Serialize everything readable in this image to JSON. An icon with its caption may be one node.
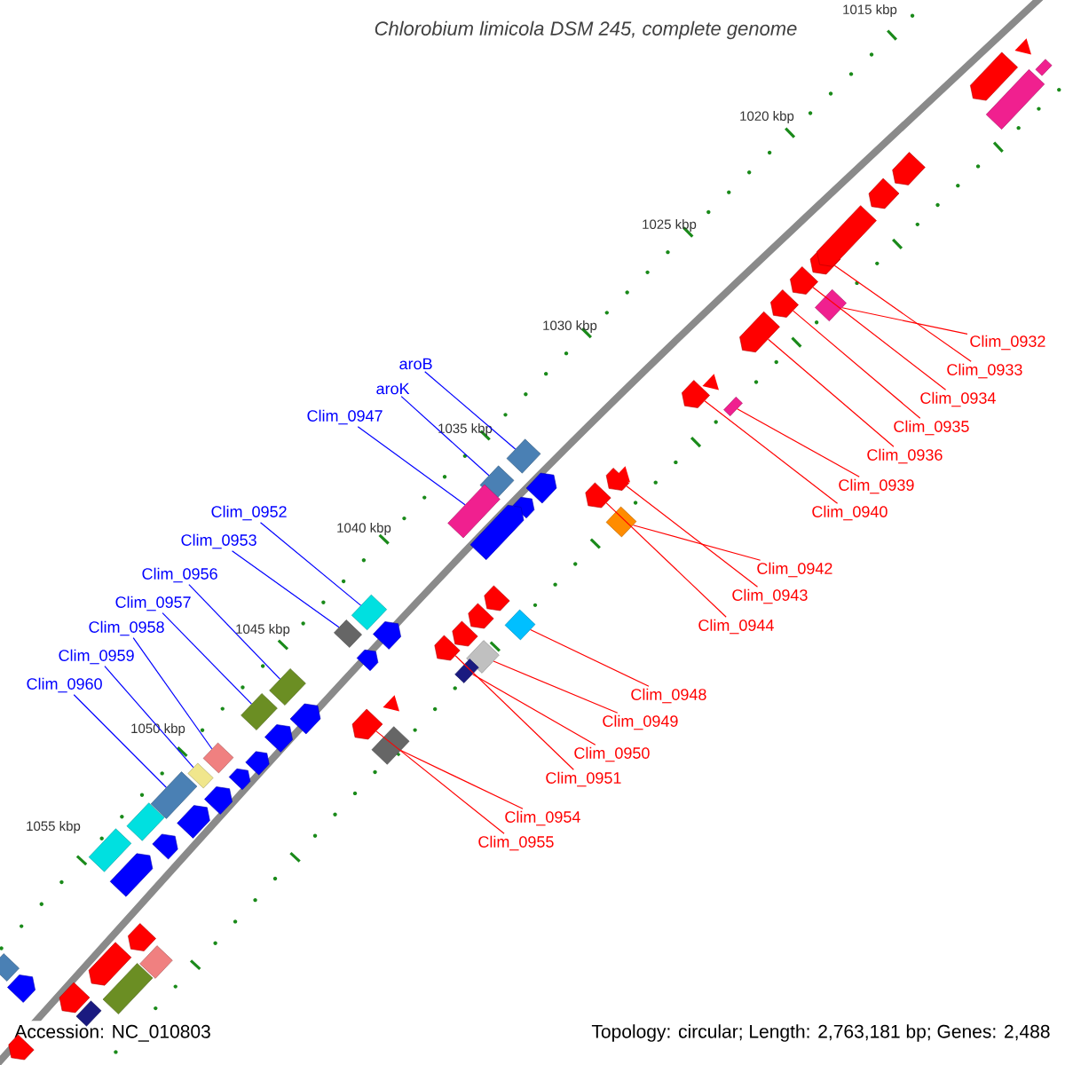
{
  "diagram": {
    "title": "Chlorobium limicola DSM 245, complete genome",
    "nodes": [
      {
        "text": [
          "aroB"
        ]
      },
      {
        "text": [],
        "shape": "diamond"
      },
      {
        "text": [
          "aroK"
        ]
      },
      {
        "text": [],
        "shape": "diamond"
      },
      {
        "text": [
          "Clim_0947"
        ]
      },
      {
        "text": [],
        "shape": "box"
      },
      {
        "text": [
          "Clim_0952"
        ]
      },
      {
        "text": [],
        "shape": "diamond"
      },
      {
        "text": [
          "Clim_0953"
        ]
      },
      {
        "text": [],
        "shape": "diamond"
      },
      {
        "text": [
          "Clim_0956"
        ]
      },
      {
        "text": [],
        "shape": "box"
      },
      {
        "text": [
          "Clim_0957"
        ]
      },
      {
        "text": [],
        "shape": "box"
      },
      {
        "text": [
          "Clim_0958"
        ]
      },
      {
        "text": [],
        "shape": "diamond"
      },
      {
        "text": [
          "Clim_0959"
        ]
      },
      {
        "text": [],
        "shape": "box"
      },
      {
        "text": [
          "Clim_0960"
        ]
      },
      {
        "text": [],
        "shape": "box"
      },
      {
        "text": [
          "Clim_0932"
        ]
      },
      {
        "text": [],
        "shape": "box"
      },
      {
        "text": [
          "Clim_0933"
        ]
      },
      {
        "text": [],
        "shape": "pentagon"
      },
      {
        "text": [
          "Clim_0934"
        ]
      },
      {
        "text": [],
        "shape": "pentagon"
      },
      {
        "text": [
          "Clim_0935"
        ]
      },
      {
        "text": [],
        "shape": "pentagon"
      },
      {
        "text": [
          "Clim_0936"
        ]
      },
      {
        "text": [],
        "shape": "pentagon"
      },
      {
        "text": [
          "Clim_0939"
        ]
      },
      {
        "text": [],
        "shape": "box"
      },
      {
        "text": [
          "Clim_0940"
        ]
      },
      {
        "text": [],
        "shape": "pentagon"
      },
      {
        "text": [
          "Clim_0942"
        ]
      },
      {
        "text": [],
        "shape": "diamond"
      },
      {
        "text": [
          "Clim_0943"
        ]
      },
      {
        "text": [],
        "shape": "pentagon"
      },
      {
        "text": [
          "Clim_0944"
        ]
      },
      {
        "text": [],
        "shape": "pentagon"
      },
      {
        "text": [
          "Clim_0948"
        ]
      },
      {
        "text": [],
        "shape": "diamond"
      },
      {
        "text": [
          "Clim_0949"
        ]
      },
      {
        "text": [],
        "shape": "diamond"
      },
      {
        "text": [
          "Clim_0950"
        ]
      },
      {
        "text": [],
        "shape": "box"
      },
      {
        "text": [
          "Clim_0951"
        ]
      },
      {
        "text": [],
        "shape": "pentagon"
      },
      {
        "text": [
          "Clim_0954"
        ]
      },
      {
        "text": [],
        "shape": "box"
      },
      {
        "text": [
          "Clim_0955"
        ]
      },
      {
        "text": [],
        "shape": "pentagon"
      },
      {
        "text": [],
        "shape": "pentagon"
      },
      {
        "text": [],
        "shape": "pentagon"
      },
      {
        "text": [],
        "shape": "pentagon"
      },
      {
        "text": [],
        "shape": "pentagon"
      },
      {
        "text": [],
        "shape": "pentagon"
      },
      {
        "text": [],
        "shape": "pentagon"
      },
      {
        "text": [],
        "shape": "pentagon"
      },
      {
        "text": [],
        "shape": "pentagon"
      },
      {
        "text": [],
        "shape": "pentagon"
      },
      {
        "text": [],
        "shape": "pentagon"
      },
      {
        "text": [],
        "shape": "pentagon"
      },
      {
        "text": [],
        "shape": "pentagon"
      },
      {
        "text": [],
        "shape": "pentagon"
      },
      {
        "text": [],
        "shape": "box"
      },
      {
        "text": [],
        "shape": "box"
      },
      {
        "text": [],
        "shape": "diamond"
      },
      {
        "text": [],
        "shape": "pentagon"
      },
      {
        "text": [],
        "shape": "pentagon"
      },
      {
        "text": [],
        "shape": "box"
      },
      {
        "text": [],
        "shape": "box"
      },
      {
        "text": [],
        "shape": "pentagon"
      },
      {
        "text": [],
        "shape": "pentagon"
      },
      {
        "text": [],
        "shape": "pentagon"
      },
      {
        "text": [],
        "shape": "pentagon"
      },
      {
        "text": [],
        "shape": "pentagon"
      },
      {
        "text": [],
        "shape": "pentagon"
      },
      {
        "text": [],
        "shape": "pentagon"
      },
      {
        "text": [],
        "shape": "pentagon"
      },
      {
        "text": [],
        "shape": "pentagon"
      },
      {
        "text": [],
        "shape": "pentagon"
      },
      {
        "text": [],
        "shape": "diamond"
      },
      {
        "text": [],
        "shape": "box"
      },
      {
        "text": [],
        "shape": "box"
      },
      {
        "text": [],
        "shape": "triangle"
      },
      {
        "text": [],
        "shape": "triangle"
      },
      {
        "text": [],
        "shape": "triangle"
      },
      {
        "text": [],
        "shape": "triangle"
      }
    ],
    "edges": [
      {
        "from": 0,
        "to": 1,
        "arrow": "none",
        "color": "#0000ff"
      },
      {
        "from": 2,
        "to": 3,
        "arrow": "none",
        "color": "#0000ff"
      },
      {
        "from": 4,
        "to": 5,
        "arrow": "none",
        "color": "#0000ff"
      },
      {
        "from": 6,
        "to": 7,
        "arrow": "none",
        "color": "#0000ff"
      },
      {
        "from": 8,
        "to": 9,
        "arrow": "none",
        "color": "#0000ff"
      },
      {
        "from": 10,
        "to": 11,
        "arrow": "none",
        "color": "#0000ff"
      },
      {
        "from": 12,
        "to": 13,
        "arrow": "none",
        "color": "#0000ff"
      },
      {
        "from": 14,
        "to": 15,
        "arrow": "none",
        "color": "#0000ff"
      },
      {
        "from": 16,
        "to": 17,
        "arrow": "none",
        "color": "#0000ff"
      },
      {
        "from": 18,
        "to": 19,
        "arrow": "none",
        "color": "#0000ff"
      },
      {
        "from": 20,
        "to": 21,
        "arrow": "none"
      },
      {
        "from": 22,
        "to": 23,
        "arrow": "none"
      },
      {
        "from": 24,
        "to": 25,
        "arrow": "none"
      },
      {
        "from": 26,
        "to": 27,
        "arrow": "none"
      },
      {
        "from": 28,
        "to": 29,
        "arrow": "none"
      },
      {
        "from": 30,
        "to": 31,
        "arrow": "none"
      },
      {
        "from": 32,
        "to": 33,
        "arrow": "none"
      },
      {
        "from": 34,
        "to": 35,
        "arrow": "none"
      },
      {
        "from": 36,
        "to": 37,
        "arrow": "none"
      },
      {
        "from": 38,
        "to": 39,
        "arrow": "none"
      },
      {
        "from": 40,
        "to": 41,
        "arrow": "none"
      },
      {
        "from": 42,
        "to": 43,
        "arrow": "none"
      },
      {
        "from": 44,
        "to": 45,
        "arrow": "none"
      },
      {
        "from": 46,
        "to": 47,
        "arrow": "none"
      },
      {
        "from": 48,
        "to": 49,
        "arrow": "none"
      },
      {
        "from": 50,
        "to": 51,
        "arrow": "none"
      }
    ],
    "labels": [
      "1015 kbp",
      "1020 kbp",
      "1025 kbp",
      "1030 kbp",
      "1035 kbp",
      "1040 kbp",
      "1045 kbp",
      "1050 kbp",
      "1055 kbp",
      "Accession: NC_010803",
      "Topology: circular; Length: 2,763,181 bp; Genes: 2,488"
    ]
  }
}
